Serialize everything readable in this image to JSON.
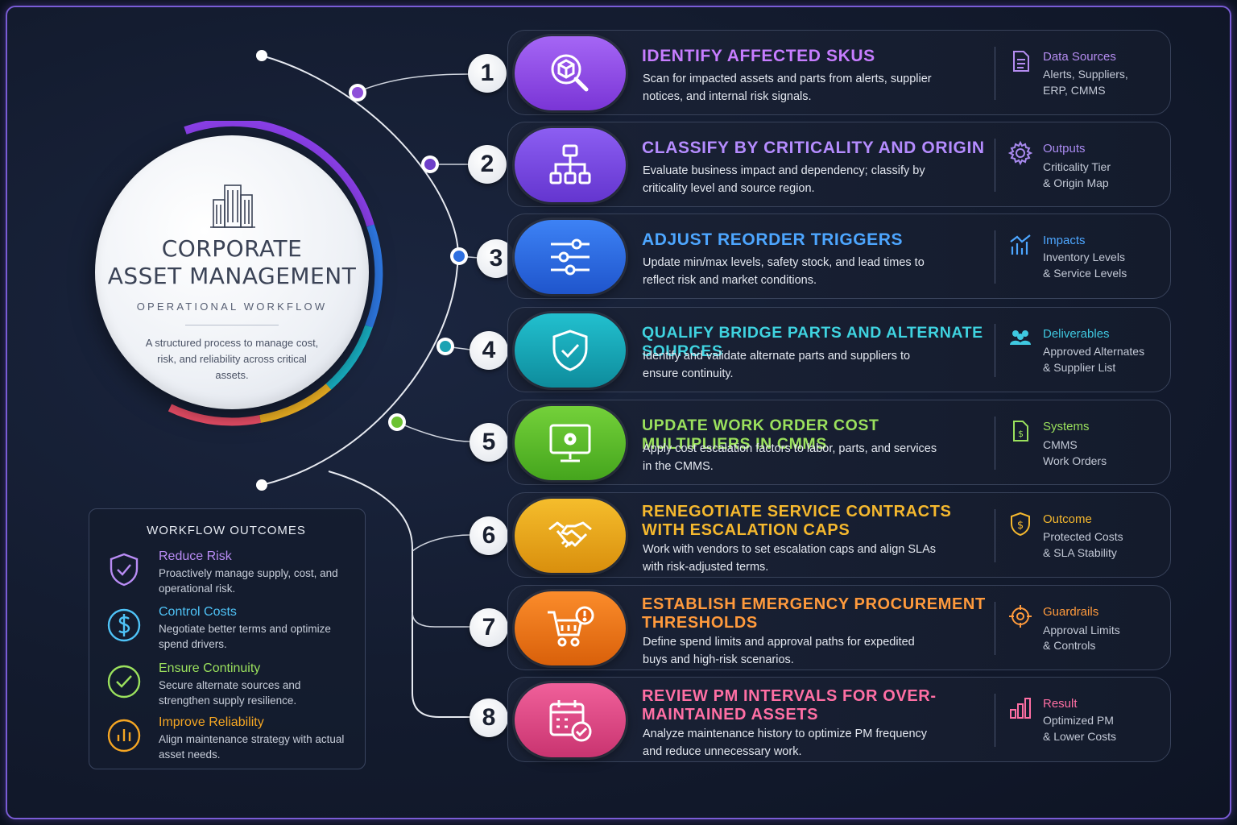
{
  "hub": {
    "title_line1": "CORPORATE",
    "title_line2": "ASSET MANAGEMENT",
    "subtitle": "OPERATIONAL WORKFLOW",
    "description": "A structured process to manage cost, risk, and reliability across critical assets.",
    "icon": "office-building-icon"
  },
  "outcomes": {
    "title": "WORKFLOW OUTCOMES",
    "items": [
      {
        "title": "Reduce Risk",
        "desc": "Proactively manage supply, cost, and operational risk.",
        "icon": "shield-check-icon",
        "color": "#b98cf5"
      },
      {
        "title": "Control Costs",
        "desc": "Negotiate better terms and optimize spend drivers.",
        "icon": "dollar-circle-icon",
        "color": "#4fc3f7"
      },
      {
        "title": "Ensure Continuity",
        "desc": "Secure alternate sources and strengthen supply resilience.",
        "icon": "check-circle-icon",
        "color": "#9be15d"
      },
      {
        "title": "Improve Reliability",
        "desc": "Align maintenance strategy with actual asset needs.",
        "icon": "bar-chart-circle-icon",
        "color": "#f5a623"
      }
    ]
  },
  "steps": [
    {
      "number": "1",
      "title": "IDENTIFY AFFECTED SKUS",
      "desc": "Scan for impacted assets and parts from alerts, supplier notices, and internal risk signals.",
      "icon": "search-box-icon",
      "color": "#a45cf0",
      "title_color": "#c77dff",
      "meta": {
        "title": "Data Sources",
        "lines": [
          "Alerts, Suppliers,",
          "ERP, CMMS"
        ],
        "icon": "document-icon",
        "color": "#b48cf0"
      }
    },
    {
      "number": "2",
      "title": "CLASSIFY BY CRITICALITY AND ORIGIN",
      "desc": "Evaluate business impact and dependency; classify by criticality level and source region.",
      "icon": "hierarchy-icon",
      "color": "#7b4ee8",
      "title_color": "#b58cff",
      "meta": {
        "title": "Outputs",
        "lines": [
          "Criticality Tier",
          "& Origin Map"
        ],
        "icon": "gear-icon",
        "color": "#a98af0"
      }
    },
    {
      "number": "3",
      "title": "ADJUST REORDER TRIGGERS",
      "desc": "Update min/max levels, safety stock, and lead times to reflect risk and market conditions.",
      "icon": "sliders-icon",
      "color": "#2f6fe8",
      "title_color": "#4da6ff",
      "meta": {
        "title": "Impacts",
        "lines": [
          "Inventory Levels",
          "& Service Levels"
        ],
        "icon": "trend-chart-icon",
        "color": "#4da6ff"
      }
    },
    {
      "number": "4",
      "title": "QUALIFY BRIDGE PARTS AND ALTERNATE SOURCES",
      "desc": "Identify and validate alternate parts and suppliers to ensure continuity.",
      "icon": "shield-check-icon",
      "color": "#17a8b8",
      "title_color": "#3fd3e0",
      "meta": {
        "title": "Deliverables",
        "lines": [
          "Approved Alternates",
          "& Supplier List"
        ],
        "icon": "people-icon",
        "color": "#3fc8e0"
      }
    },
    {
      "number": "5",
      "title": "UPDATE WORK ORDER COST MULTIPLIERS IN CMMS",
      "desc": "Apply cost escalation factors to labor, parts, and services in the CMMS.",
      "icon": "monitor-gear-icon",
      "color": "#5cbf2a",
      "title_color": "#9be15d",
      "meta": {
        "title": "Systems",
        "lines": [
          "CMMS",
          "Work Orders"
        ],
        "icon": "dollar-file-icon",
        "color": "#9be15d"
      }
    },
    {
      "number": "6",
      "title": "RENEGOTIATE SERVICE CONTRACTS WITH ESCALATION CAPS",
      "desc": "Work with vendors to set escalation caps and align SLAs with risk-adjusted terms.",
      "icon": "handshake-icon",
      "color": "#e8a417",
      "title_color": "#f5b82e",
      "meta": {
        "title": "Outcome",
        "lines": [
          "Protected Costs",
          "& SLA Stability"
        ],
        "icon": "dollar-shield-icon",
        "color": "#f5b82e"
      }
    },
    {
      "number": "7",
      "title": "ESTABLISH EMERGENCY PROCUREMENT THRESHOLDS",
      "desc": "Define spend limits and approval paths for expedited buys and high-risk scenarios.",
      "icon": "cart-alert-icon",
      "color": "#f07a16",
      "title_color": "#ff9a3c",
      "meta": {
        "title": "Guardrails",
        "lines": [
          "Approval Limits",
          "& Controls"
        ],
        "icon": "target-icon",
        "color": "#ff9a3c"
      }
    },
    {
      "number": "8",
      "title": "REVIEW PM INTERVALS FOR OVER-MAINTAINED ASSETS",
      "desc": "Analyze maintenance history to optimize PM frequency and reduce unnecessary work.",
      "icon": "calendar-check-icon",
      "color": "#e04b86",
      "title_color": "#ff6fa4",
      "meta": {
        "title": "Result",
        "lines": [
          "Optimized PM",
          "& Lower Costs"
        ],
        "icon": "bar-chart-icon",
        "color": "#ff6fa4"
      }
    }
  ]
}
